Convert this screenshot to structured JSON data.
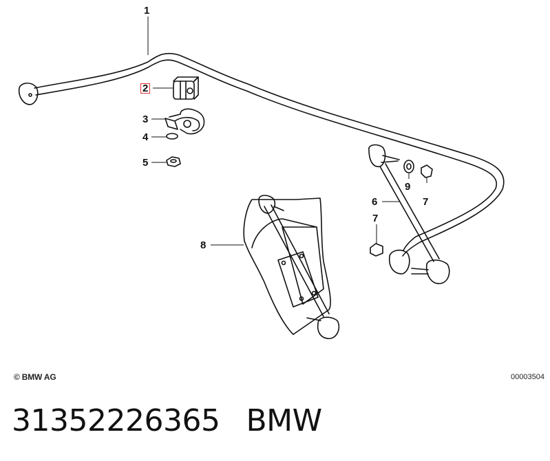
{
  "callouts": [
    {
      "id": "1",
      "label": "1"
    },
    {
      "id": "2",
      "label": "2",
      "highlighted": true
    },
    {
      "id": "3",
      "label": "3"
    },
    {
      "id": "4",
      "label": "4"
    },
    {
      "id": "5",
      "label": "5"
    },
    {
      "id": "6",
      "label": "6"
    },
    {
      "id": "7a",
      "label": "7"
    },
    {
      "id": "7b",
      "label": "7"
    },
    {
      "id": "8",
      "label": "8"
    },
    {
      "id": "9",
      "label": "9"
    }
  ],
  "footer": {
    "copyright": "© BMW AG",
    "diagram_code": "00003504"
  },
  "caption": {
    "part_number": "31352226365",
    "brand": "BMW"
  },
  "colors": {
    "highlight": "#e0343a",
    "ink": "#111111"
  }
}
